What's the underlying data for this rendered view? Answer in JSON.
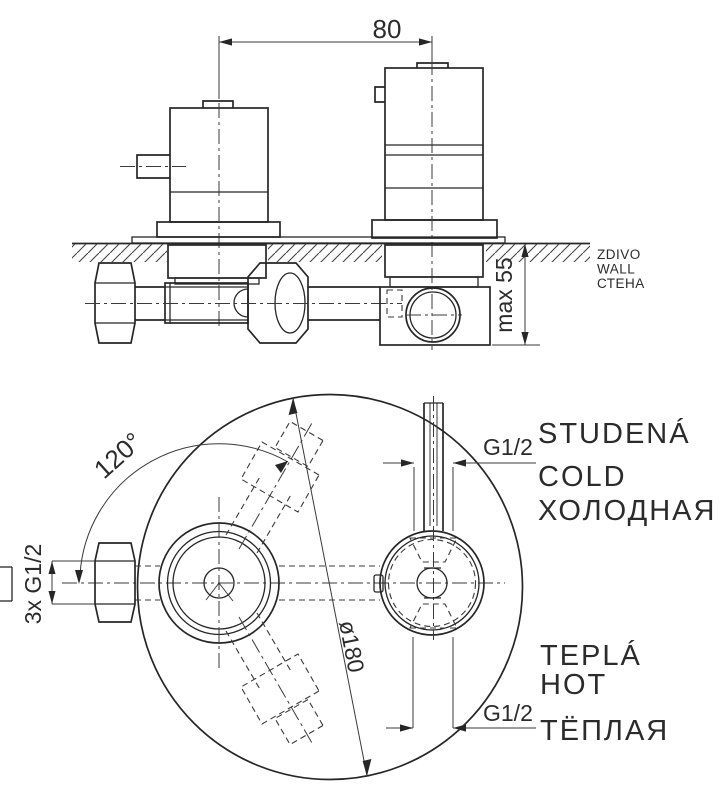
{
  "drawing": {
    "colors": {
      "line": "#262626",
      "background": "#ffffff"
    },
    "top_view": {
      "dim_center_distance": "80",
      "dim_wall_depth": "max 55",
      "wall_label": {
        "cz": "ZDIVO",
        "en": "WALL",
        "ru": "СТЕНА"
      }
    },
    "front_view": {
      "angle_label": "120°",
      "inlet_thread_label": "3x G1/2",
      "plate_diameter_label": "ø180",
      "cold": {
        "thread": "G1/2",
        "cz": "STUDENÁ",
        "en": "COLD",
        "ru": "ХОЛОДНАЯ"
      },
      "hot": {
        "thread": "G1/2",
        "cz": "TEPLÁ",
        "en": "HOT",
        "ru": "ТЁПЛАЯ"
      }
    }
  }
}
